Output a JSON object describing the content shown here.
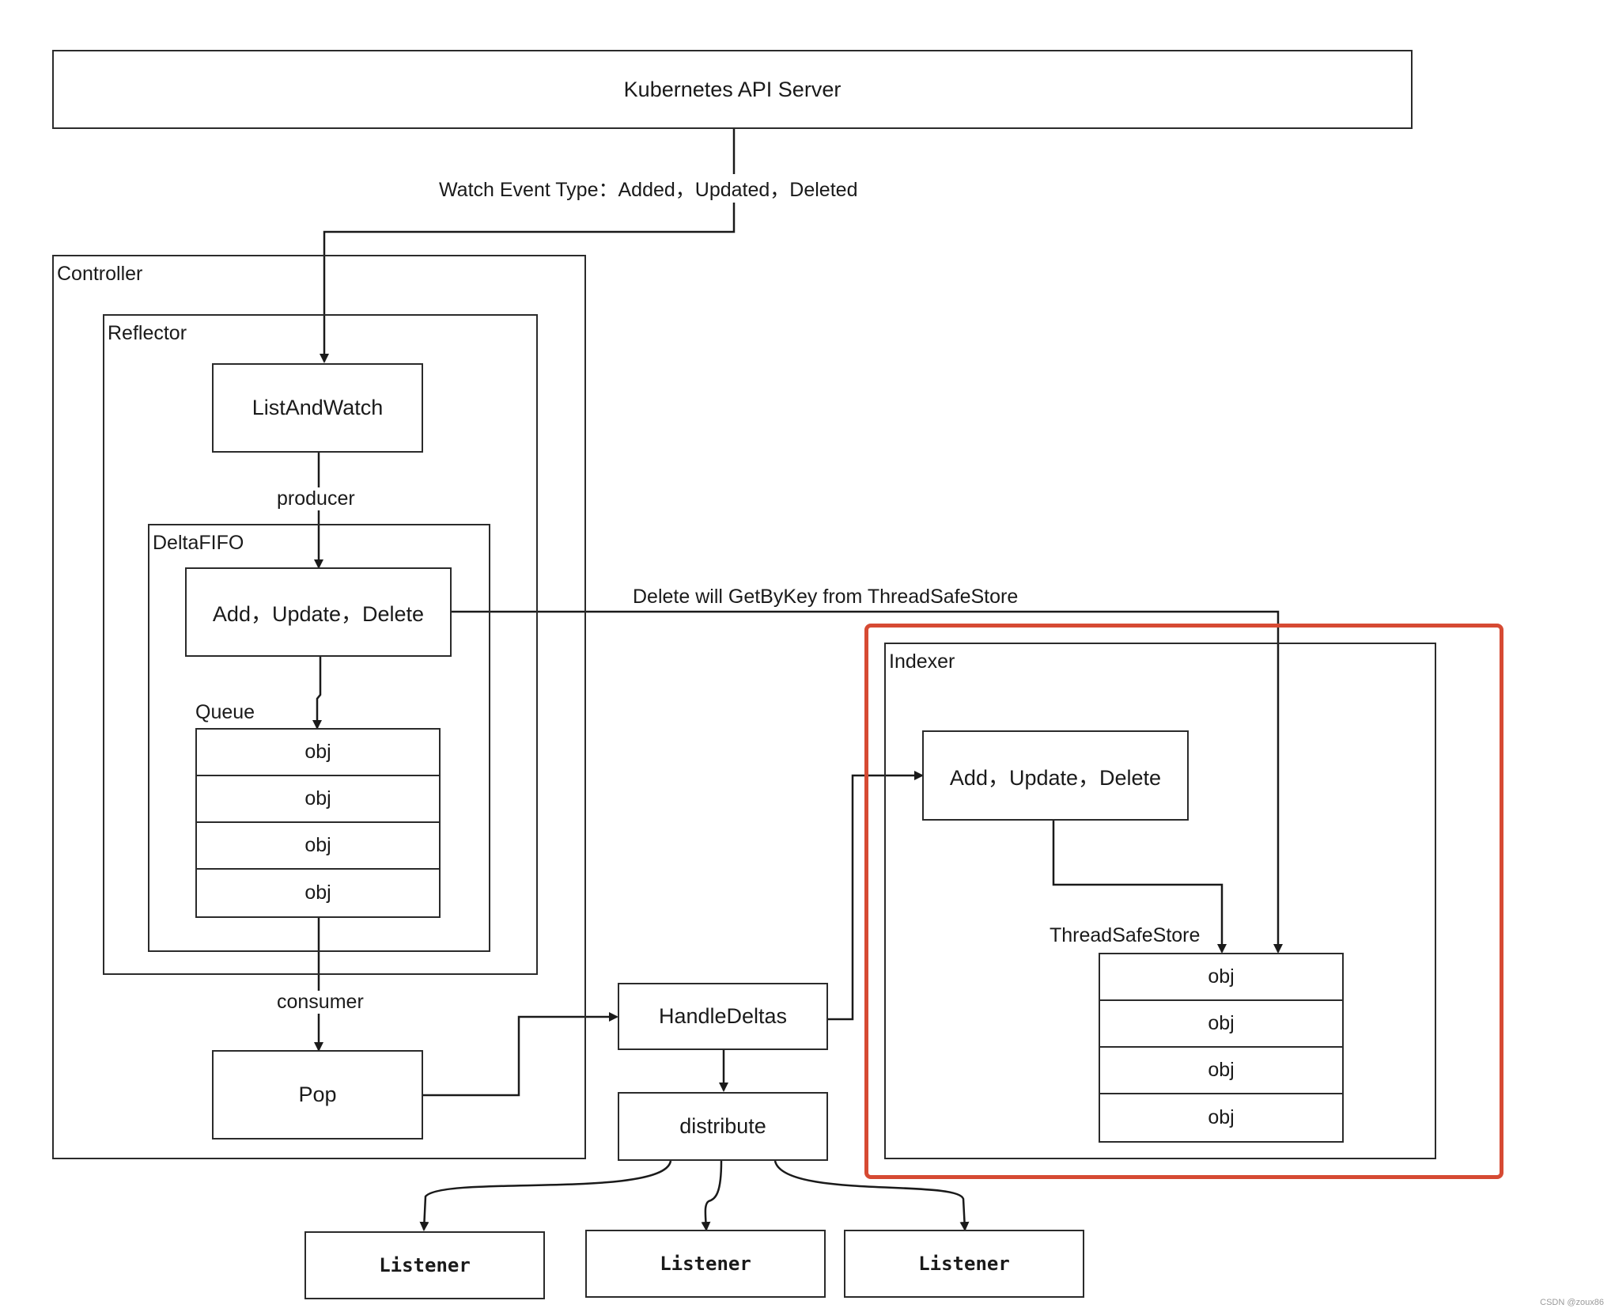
{
  "api_server": "Kubernetes API Server",
  "watch_event_label": "Watch Event Type：Added，Updated，Deleted",
  "controller": {
    "title": "Controller",
    "reflector": {
      "title": "Reflector",
      "list_and_watch": "ListAndWatch",
      "producer_label": "producer",
      "deltafifo": {
        "title": "DeltaFIFO",
        "ops": "Add，Update，Delete",
        "queue_label": "Queue",
        "queue_items": [
          "obj",
          "obj",
          "obj",
          "obj"
        ]
      }
    },
    "consumer_label": "consumer",
    "pop": "Pop"
  },
  "delete_note": "Delete will GetByKey from ThreadSafeStore",
  "handle_deltas": "HandleDeltas",
  "distribute": "distribute",
  "listeners": [
    "Listener",
    "Listener",
    "Listener"
  ],
  "indexer": {
    "title": "Indexer",
    "ops": "Add，Update，Delete",
    "store_label": "ThreadSafeStore",
    "store_items": [
      "obj",
      "obj",
      "obj",
      "obj"
    ]
  },
  "highlight_color": "#d64a33",
  "watermark": "CSDN @zoux86"
}
